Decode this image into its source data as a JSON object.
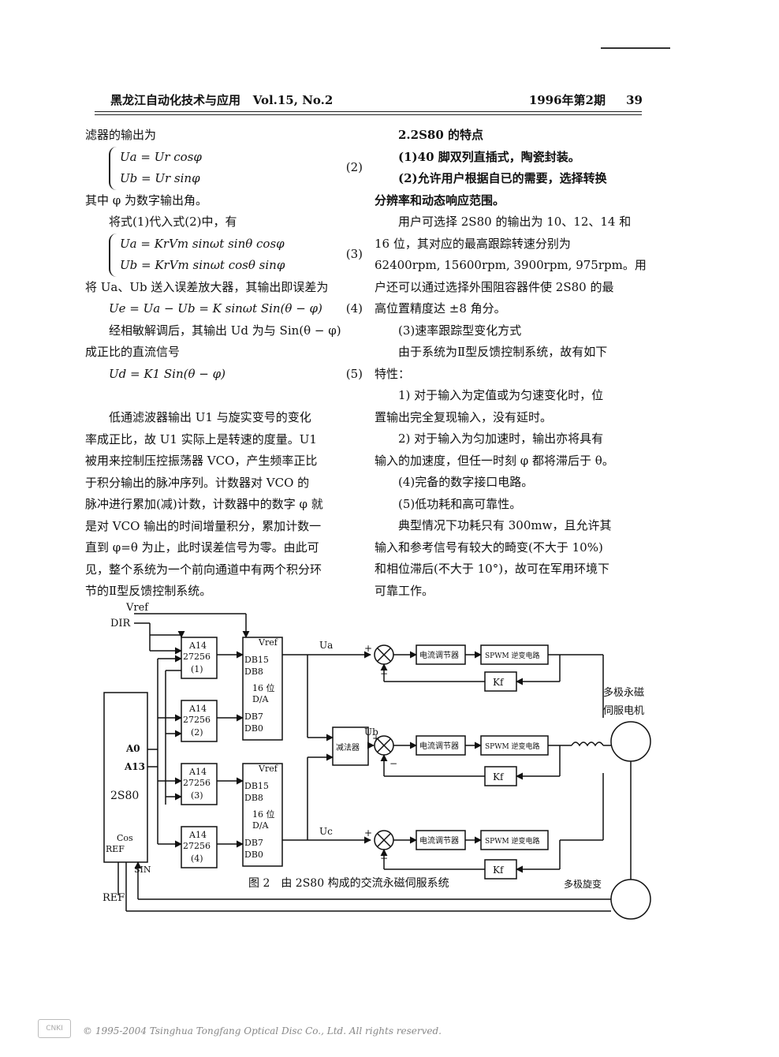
{
  "header": {
    "journal": "黑龙江自动化技术与应用",
    "volume": "Vol.15, No.2",
    "issue": "1996年第2期",
    "page": "39"
  },
  "left_column": {
    "l1": "滤器的输出为",
    "eq2a": "Ua = Ur cosφ",
    "eq2b": "Ub = Ur sinφ",
    "eq2no": "(2)",
    "l2": "其中 φ 为数字输出角。",
    "l3": "将式(1)代入式(2)中，有",
    "eq3a": "Ua = KrVm sinωt sinθ cosφ",
    "eq3b": "Ub = KrVm sinωt cosθ sinφ",
    "eq3no": "(3)",
    "l4": "将 Ua、Ub 送入误差放大器，其输出即误差为",
    "eq4": "Ue = Ua − Ub = K sinωt Sin(θ − φ)",
    "eq4no": "(4)",
    "l5": "经相敏解调后，其输出 Ud 为与 Sin(θ − φ)",
    "l6": "成正比的直流信号",
    "eq5": "Ud = K1 Sin(θ − φ)",
    "eq5no": "(5)",
    "p1": "低通滤波器输出 U1 与旋实变号的变化",
    "p2": "率成正比，故 U1 实际上是转速的度量。U1",
    "p3": "被用来控制压控振荡器 VCO，产生频率正比",
    "p4": "于积分输出的脉冲序列。计数器对 VCO 的",
    "p5": "脉冲进行累加(减)计数，计数器中的数字 φ 就",
    "p6": "是对 VCO 输出的时间增量积分，累加计数一",
    "p7": "直到 φ=θ 为止，此时误差信号为零。由此可",
    "p8": "见，整个系统为一个前向通道中有两个积分环",
    "p9": "节的Ⅱ型反馈控制系统。"
  },
  "right_column": {
    "heading": "2.2S80 的特点",
    "f1": "(1)40 脚双列直插式，陶瓷封装。",
    "f2a": "(2)允许用户根据自已的需要，选择转换",
    "f2b": "分辨率和动态响应范围。",
    "r1": "用户可选择 2S80 的输出为 10、12、14 和",
    "r2": "16 位，其对应的最高跟踪转速分别为",
    "r3": "62400rpm, 15600rpm, 3900rpm, 975rpm。用",
    "r4": "户还可以通过选择外围阻容器件使 2S80 的最",
    "r5": "高位置精度达 ±8 角分。",
    "f3": "(3)速率跟踪型变化方式",
    "r6": "由于系统为Ⅱ型反馈控制系统，故有如下",
    "r7": "特性：",
    "r8": "1) 对于输入为定值或为匀速变化时，位",
    "r9": "置输出完全复现输入，没有延时。",
    "r10": "2) 对于输入为匀加速时，输出亦将具有",
    "r11": "输入的加速度，但任一时刻 φ 都将滞后于 θ。",
    "f4": "(4)完备的数字接口电路。",
    "f5": "(5)低功耗和高可靠性。",
    "r12": "典型情况下功耗只有 300mw，且允许其",
    "r13": "输入和参考信号有较大的畸变(不大于 10%)",
    "r14": "和相位滞后(不大于 10°)，故可在军用环境下",
    "r15": "可靠工作。"
  },
  "figure": {
    "caption": "图 2　由 2S80 构成的交流永磁伺服系统",
    "vref_in": "Vref",
    "dir_in": "DIR",
    "chip": "2S80",
    "a0": "A0",
    "a13": "A13",
    "cos": "Cos",
    "ref_pin": "REF",
    "sin": "SIN",
    "ref_out": "REF",
    "latch_a": "A14",
    "latch_part": "27256",
    "latch1": "(1)",
    "latch2": "(2)",
    "latch3": "(3)",
    "latch4": "(4)",
    "dac_vref": "Vref",
    "db15": "DB15",
    "db8": "DB8",
    "dac_bits": "16 位",
    "dac_da": "D/A",
    "db7": "DB7",
    "db0": "DB0",
    "ua": "Ua",
    "ub": "Ub",
    "uc": "Uc",
    "subtractor": "减法器",
    "current_reg": "电流调节器",
    "inverter": "SPWM 逆变电路",
    "kf": "Kf",
    "motor": "多极永磁",
    "motor2": "伺服电机",
    "resolver": "多极旋变",
    "plus": "+",
    "minus": "−"
  },
  "footer": {
    "copyright": "© 1995-2004 Tsinghua Tongfang Optical Disc Co., Ltd.   All rights reserved."
  }
}
